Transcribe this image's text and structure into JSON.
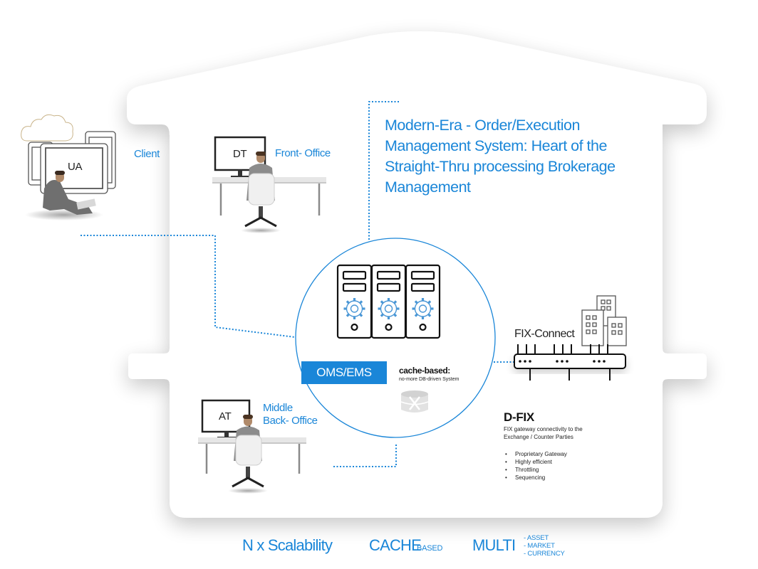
{
  "headline": {
    "lines": [
      "Modern-Era  - Order/Execution",
      "Management System: Heart of the",
      "Straight-Thru processing Brokerage",
      "Management"
    ]
  },
  "client": {
    "device_label": "UA",
    "label": "Client"
  },
  "front_office": {
    "monitor_label": "DT",
    "label": "Front- Office"
  },
  "middle_back_office": {
    "monitor_label": "AT",
    "label_line1": "Middle",
    "label_line2": "Back- Office"
  },
  "oms": {
    "label": "OMS/EMS",
    "cache_title": "cache-based:",
    "cache_subtitle": "no-more DB-driven System"
  },
  "fix_connect": {
    "label": "FIX-Connect"
  },
  "dfix": {
    "title": "D-FIX",
    "description_line1": "FIX gateway connectivity to the",
    "description_line2": "Exchange / Counter Parties",
    "features": [
      "Proprietary Gateway",
      "Highly efficient",
      "Throttling",
      "Sequencing"
    ]
  },
  "footer": {
    "scalability": "N x Scalability",
    "cache": "CACHE",
    "cache_suffix": "BASED",
    "multi": "MULTI",
    "multi_items": [
      "- ASSET",
      "- MARKET",
      "- CURRENCY"
    ]
  },
  "colors": {
    "accent": "#1a86d8",
    "house_fill": "#ffffff",
    "ink": "#222222"
  },
  "icons": [
    "cloud-icon",
    "tablet-icon",
    "person-laptop-icon",
    "desk-monitor-icon",
    "office-chair-icon",
    "server-rack-icon",
    "gear-icon",
    "database-x-icon",
    "building-icon",
    "network-switch-icon"
  ]
}
